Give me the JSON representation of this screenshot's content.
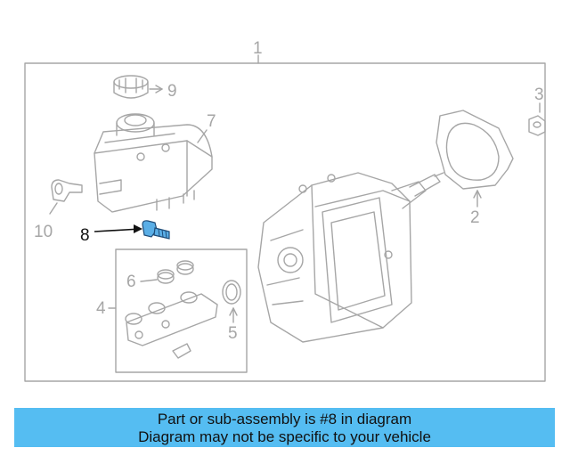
{
  "callouts": {
    "c1": "1",
    "c2": "2",
    "c3": "3",
    "c4": "4",
    "c5": "5",
    "c6": "6",
    "c7": "7",
    "c8": "8",
    "c9": "9",
    "c10": "10"
  },
  "highlighted_part": "8",
  "colors": {
    "line": "#a6a6a6",
    "highlight_part": "#5aaee6",
    "banner": "#55bdf2"
  },
  "banner": {
    "line1": "Part or sub-assembly is #8 in diagram",
    "line2": "Diagram may not be specific to your vehicle"
  }
}
